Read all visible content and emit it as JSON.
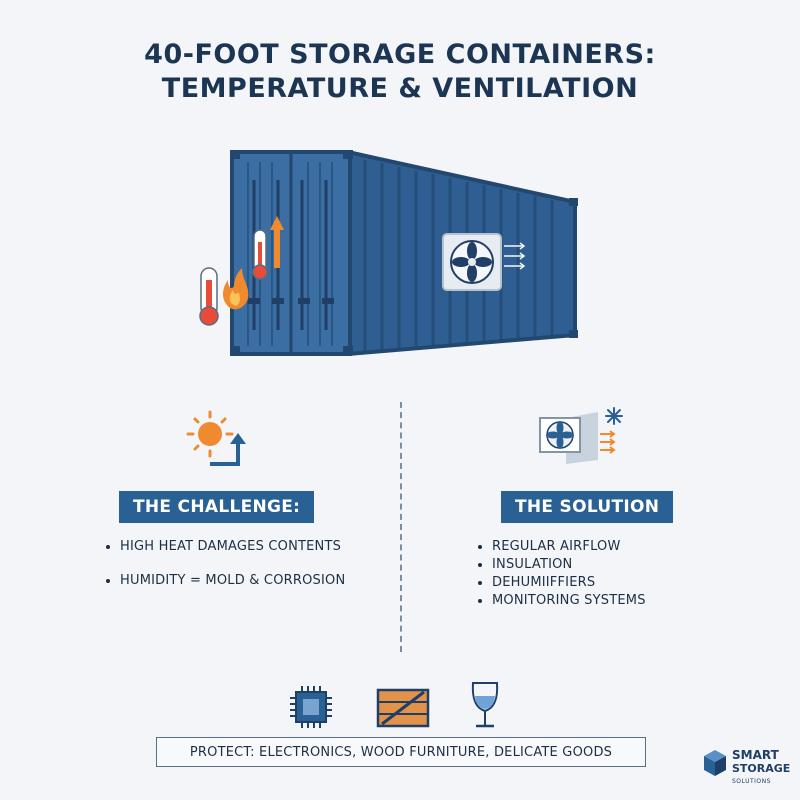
{
  "title": {
    "line1": "40-FOOT STORAGE CONTAINERS:",
    "line2": "TEMPERATURE & VENTILATION"
  },
  "hero": {
    "container_color": "#3b6ea3",
    "heat_color": "#e84b3a",
    "icons": [
      "container-icon",
      "thermometer-icon",
      "up-arrow-icon",
      "flame-icon",
      "vent-fan-icon",
      "airflow-arrows-icon"
    ]
  },
  "challenge": {
    "heading": "THE CHALLENGE:",
    "icon": "sun-rising-icon",
    "items": [
      "HIGH HEAT DAMAGES CONTENTS",
      "HUMIDITY = MOLD & CORROSION"
    ]
  },
  "solution": {
    "heading": "THE SOLUTION",
    "icon": "vent-snowflake-icon",
    "items": [
      "REGULAR AIRFLOW",
      "INSULATION",
      "DEHUMIIFFIERS",
      "MONITORING SYSTEMS"
    ]
  },
  "protect": {
    "text": "PROTECT: ELECTRONICS, WOOD FURNITURE, DELICATE GOODS",
    "icons": [
      "microchip-icon",
      "wood-crate-icon",
      "wine-glass-icon"
    ]
  },
  "brand": {
    "line1": "SMART",
    "line2": "STORAGE",
    "line3": "SOLUTIONS"
  },
  "colors": {
    "navy": "#1b3553",
    "accent_blue": "#2a6195",
    "orange": "#f08a2e",
    "background": "#f3f5f8"
  }
}
